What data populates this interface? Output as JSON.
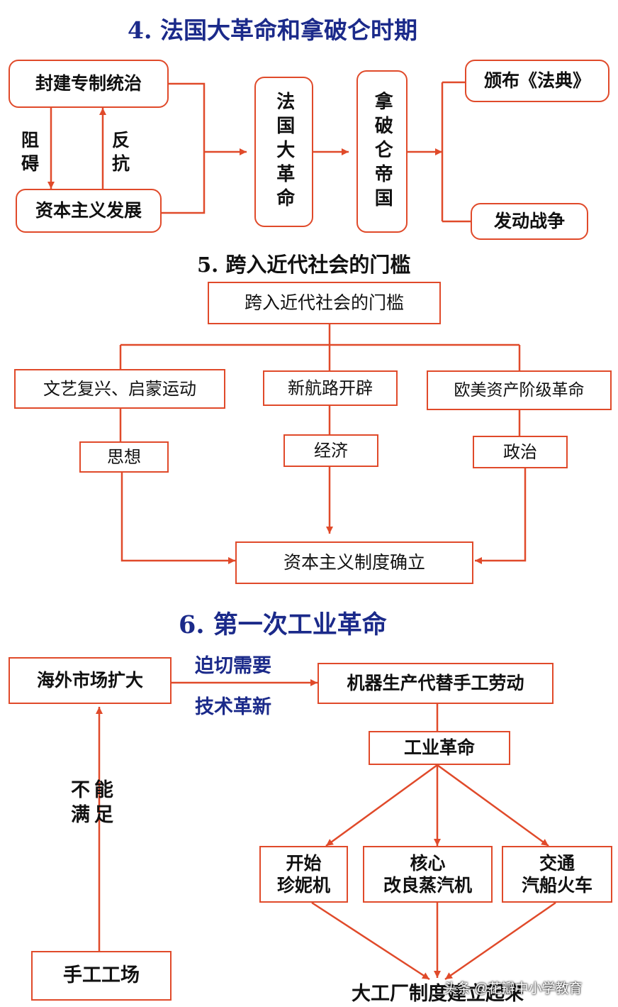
{
  "section4": {
    "title": "4. 法国大革命和拿破仑时期",
    "feudal": "封建专制统治",
    "capitalism": "资本主义发展",
    "hinder": "阻碍",
    "resist": "反抗",
    "revolution": "法国大革命",
    "empire": "拿破仑帝国",
    "code": "颁布《法典》",
    "war": "发动战争"
  },
  "section5": {
    "title": "5. 跨入近代社会的门槛",
    "top": "跨入近代社会的门槛",
    "renaissance": "文艺复兴、启蒙运动",
    "routes": "新航路开辟",
    "revolutions": "欧美资产阶级革命",
    "thought": "思想",
    "economy": "经济",
    "politics": "政治",
    "result": "资本主义制度确立"
  },
  "section6": {
    "title": "6. 第一次工业革命",
    "market": "海外市场扩大",
    "urgent": "迫切需要",
    "tech": "技术革新",
    "machines": "机器生产代替手工劳动",
    "industrial": "工业革命",
    "jenny_1": "开始",
    "jenny_2": "珍妮机",
    "steam_1": "核心",
    "steam_2": "改良蒸汽机",
    "transport_1": "交通",
    "transport_2": "汽船火车",
    "not_enough": "不能满足",
    "workshop": "手工工场",
    "factory": "大工厂制度建立起来"
  },
  "watermark": "头条 @花瓣中小学教育",
  "colors": {
    "line": "#e04a2a",
    "heading": "#1b2a8a",
    "text": "#111111"
  }
}
